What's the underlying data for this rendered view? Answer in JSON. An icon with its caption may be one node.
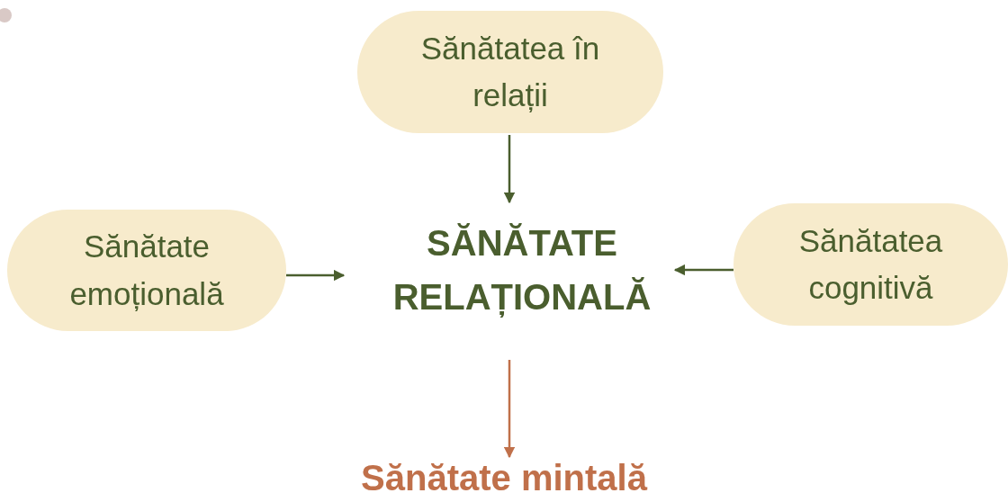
{
  "diagram": {
    "nodes": [
      {
        "text": [
          "Sănătatea în relații"
        ]
      },
      {
        "text": [
          "Sănătate emoțională"
        ]
      },
      {
        "text": [
          "SĂNĂTATE RELAȚIONALĂ"
        ]
      },
      {
        "text": [
          "Sănătatea cognitivă"
        ]
      },
      {
        "text": [
          "Sănătate mintală"
        ]
      }
    ],
    "edges": [
      {
        "from": 0,
        "to": 2,
        "arrow": "to"
      },
      {
        "from": 1,
        "to": 2,
        "arrow": "to"
      },
      {
        "from": 3,
        "to": 2,
        "arrow": "to"
      },
      {
        "from": 2,
        "to": 4,
        "arrow": "to",
        "color": "#c0704a"
      }
    ]
  }
}
